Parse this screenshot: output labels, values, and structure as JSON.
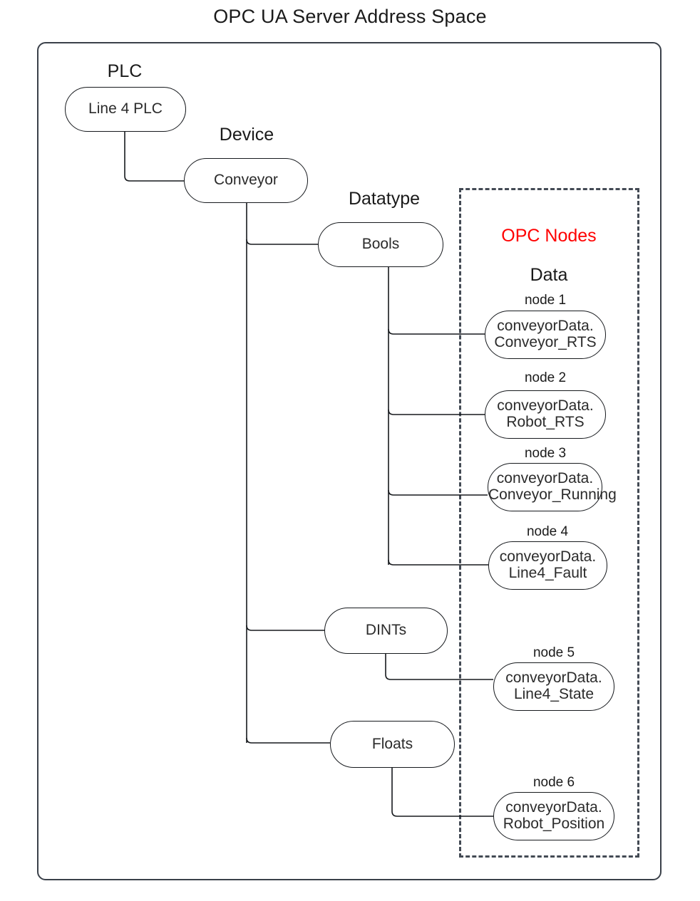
{
  "title": "OPC UA Server Address Space",
  "colors": {
    "accent_opc_nodes": "#ff0000",
    "frame_stroke": "#3a4049",
    "dashed_stroke": "#434a54",
    "node_stroke": "#16191d",
    "text": "#1a1a1a",
    "background": "#ffffff"
  },
  "group_labels": {
    "plc": "PLC",
    "device": "Device",
    "datatype": "Datatype",
    "opc_nodes": "OPC Nodes",
    "data": "Data"
  },
  "tree": {
    "plc_node": "Line 4 PLC",
    "device_node": "Conveyor",
    "datatypes": [
      {
        "label": "Bools"
      },
      {
        "label": "DINTs"
      },
      {
        "label": "Floats"
      }
    ]
  },
  "opc_nodes": [
    {
      "caption": "node 1",
      "line1": "conveyorData.",
      "line2": "Conveyor_RTS",
      "datatype": "Bools"
    },
    {
      "caption": "node 2",
      "line1": "conveyorData.",
      "line2": "Robot_RTS",
      "datatype": "Bools"
    },
    {
      "caption": "node 3",
      "line1": "conveyorData.",
      "line2": "Conveyor_Running",
      "datatype": "Bools"
    },
    {
      "caption": "node 4",
      "line1": "conveyorData.",
      "line2": "Line4_Fault",
      "datatype": "Bools"
    },
    {
      "caption": "node 5",
      "line1": "conveyorData.",
      "line2": "Line4_State",
      "datatype": "DINTs"
    },
    {
      "caption": "node 6",
      "line1": "conveyorData.",
      "line2": "Robot_Position",
      "datatype": "Floats"
    }
  ]
}
